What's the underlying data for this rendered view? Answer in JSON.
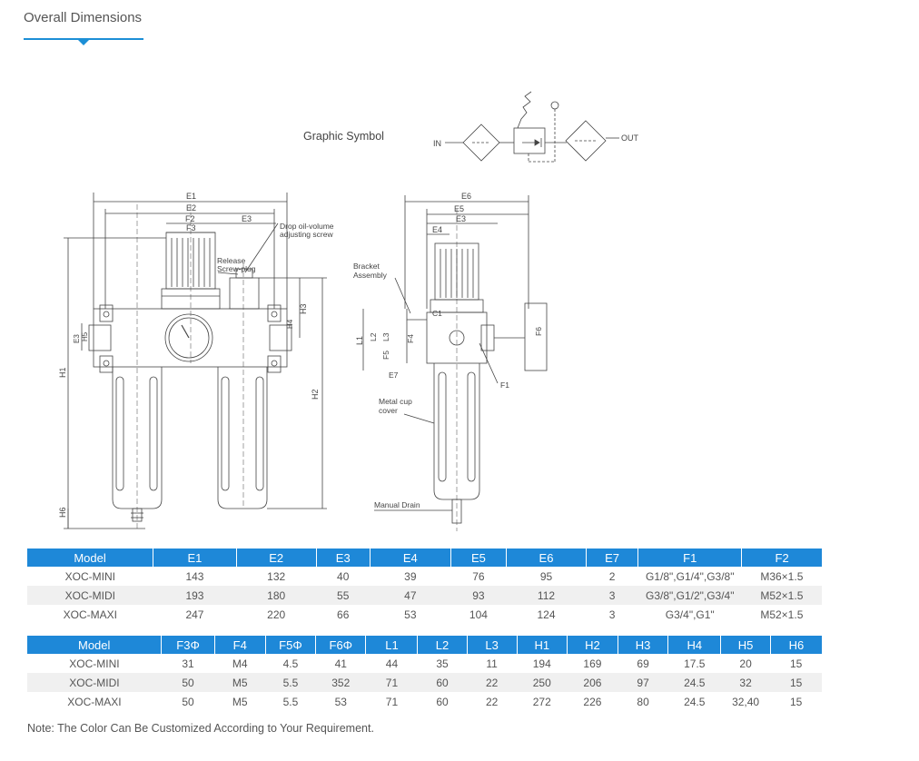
{
  "header": {
    "title": "Overall Dimensions"
  },
  "drawing": {
    "symbol_title": "Graphic Symbol",
    "symbol_in": "IN",
    "symbol_out": "OUT",
    "dims": {
      "e1": "E1",
      "e2": "E2",
      "e3": "E3",
      "e4": "E4",
      "e5": "E5",
      "e6": "E6",
      "e7": "E7",
      "f1": "F1",
      "f2": "F2",
      "f3": "F3",
      "f4": "F4",
      "f5": "F5",
      "f6": "F6",
      "h1": "H1",
      "h2": "H2",
      "h3": "H3",
      "h4": "H4",
      "h5": "H5",
      "h6": "H6",
      "l1": "L1",
      "l2": "L2",
      "l3": "L3",
      "c1": "C1"
    },
    "callouts": {
      "drop_oil_1": "Drop oil-volume",
      "drop_oil_2": "adjusting screw",
      "release_1": "Release",
      "release_2": "Screw-plug",
      "bracket_1": "Bracket",
      "bracket_2": "Assembly",
      "metal_cup_1": "Metal cup",
      "metal_cup_2": "cover",
      "manual_drain": "Manual Drain"
    }
  },
  "table1": {
    "headers": [
      "Model",
      "E1",
      "E2",
      "E3",
      "E4",
      "E5",
      "E6",
      "E7",
      "F1",
      "F2"
    ],
    "rows": [
      [
        "XOC-MINI",
        "143",
        "132",
        "40",
        "39",
        "76",
        "95",
        "2",
        "G1/8\",G1/4\",G3/8\"",
        "M36×1.5"
      ],
      [
        "XOC-MIDI",
        "193",
        "180",
        "55",
        "47",
        "93",
        "112",
        "3",
        "G3/8\",G1/2\",G3/4\"",
        "M52×1.5"
      ],
      [
        "XOC-MAXI",
        "247",
        "220",
        "66",
        "53",
        "104",
        "124",
        "3",
        "G3/4\",G1\"",
        "M52×1.5"
      ]
    ]
  },
  "table2": {
    "headers": [
      "Model",
      "F3Φ",
      "F4",
      "F5Φ",
      "F6Φ",
      "L1",
      "L2",
      "L3",
      "H1",
      "H2",
      "H3",
      "H4",
      "H5",
      "H6"
    ],
    "rows": [
      [
        "XOC-MINI",
        "31",
        "M4",
        "4.5",
        "41",
        "44",
        "35",
        "11",
        "194",
        "169",
        "69",
        "17.5",
        "20",
        "15"
      ],
      [
        "XOC-MIDI",
        "50",
        "M5",
        "5.5",
        "352",
        "71",
        "60",
        "22",
        "250",
        "206",
        "97",
        "24.5",
        "32",
        "15"
      ],
      [
        "XOC-MAXI",
        "50",
        "M5",
        "5.5",
        "53",
        "71",
        "60",
        "22",
        "272",
        "226",
        "80",
        "24.5",
        "32,40",
        "15"
      ]
    ]
  },
  "note": "Note: The Color Can Be Customized According to Your Requirement."
}
